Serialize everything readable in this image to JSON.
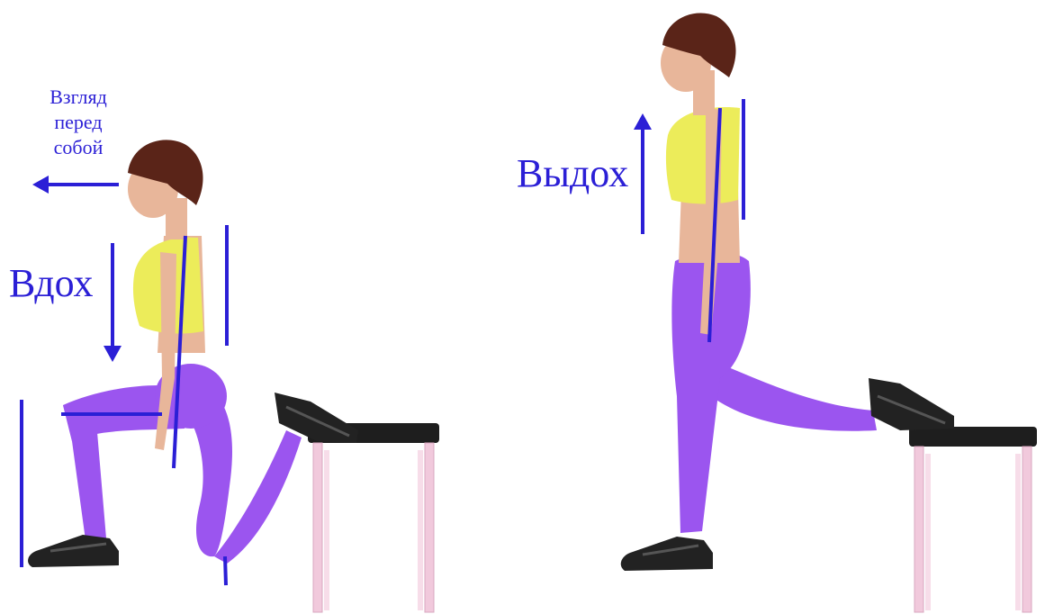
{
  "annotations": {
    "gaze_label": [
      "Взгляд",
      "перед",
      "собой"
    ],
    "inhale_label": "Вдох",
    "exhale_label": "Выдох"
  },
  "colors": {
    "annotation": "#2b1fd6",
    "leggings": "#9b55ef",
    "top": "#ecec5a",
    "skin": "#e8b69a",
    "hair": "#5a2418",
    "shoe": "#222222",
    "bench_legs": "#f1c9dc",
    "bench_seat": "#1e1e1e"
  },
  "icons": [
    "arrow-left-icon",
    "arrow-down-icon",
    "arrow-up-icon"
  ]
}
